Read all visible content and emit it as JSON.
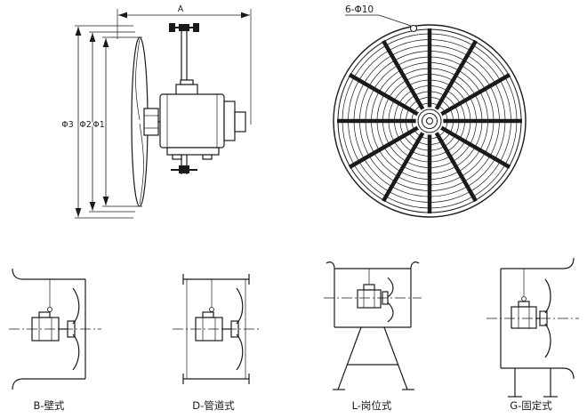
{
  "drawing": {
    "line_color": "#1a1a1a",
    "background": "#ffffff"
  },
  "side_view": {
    "dim_a": "A",
    "dim_phi1": "Φ1",
    "dim_phi2": "Φ2",
    "dim_phi3": "Φ3"
  },
  "front_view": {
    "hole_callout": "6-Φ10"
  },
  "mount_types": [
    {
      "code": "B",
      "label": "B-壁式"
    },
    {
      "code": "D",
      "label": "D-管道式"
    },
    {
      "code": "L",
      "label": "L-岗位式"
    },
    {
      "code": "G",
      "label": "G-固定式"
    }
  ]
}
